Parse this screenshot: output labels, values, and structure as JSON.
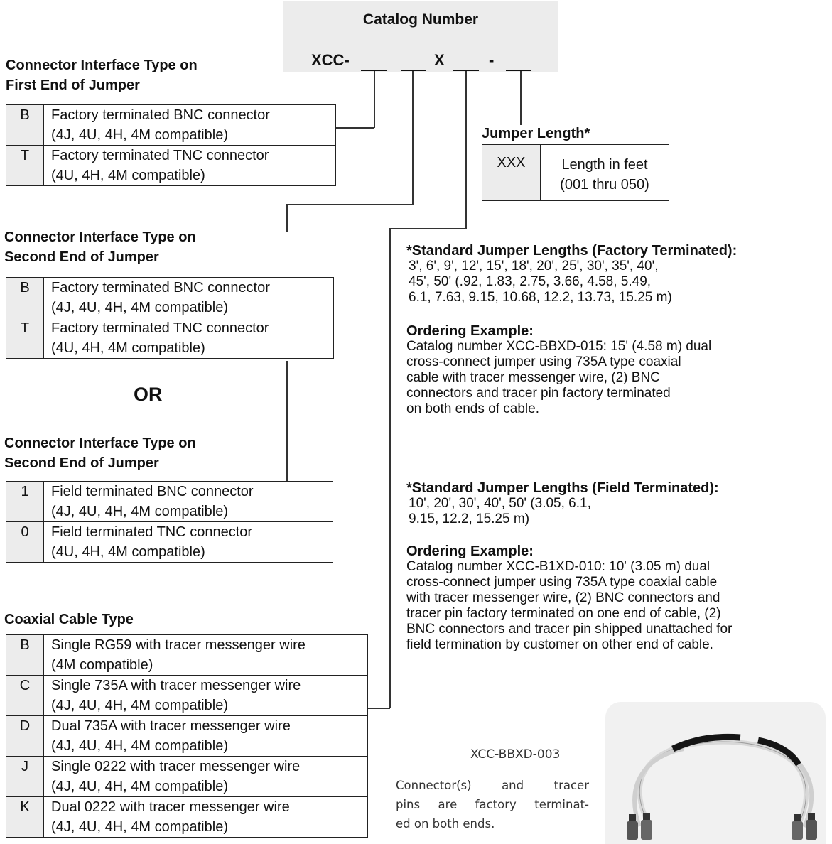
{
  "catalog": {
    "title": "Catalog Number",
    "prefix": "XCC-",
    "x_letter": "X",
    "dash": "-"
  },
  "first_end": {
    "heading_line1": "Connector Interface Type on",
    "heading_line2": "First End of Jumper",
    "rows": [
      {
        "code": "B",
        "line1": "Factory terminated BNC connector",
        "line2": "(4J, 4U, 4H, 4M compatible)"
      },
      {
        "code": "T",
        "line1": "Factory terminated TNC connector",
        "line2": "(4U, 4H, 4M compatible)"
      }
    ]
  },
  "second_end_factory": {
    "heading_line1": "Connector Interface Type on",
    "heading_line2": "Second End of Jumper",
    "rows": [
      {
        "code": "B",
        "line1": "Factory terminated BNC connector",
        "line2": "(4J, 4U, 4H, 4M compatible)"
      },
      {
        "code": "T",
        "line1": "Factory terminated TNC connector",
        "line2": "(4U, 4H, 4M compatible)"
      }
    ]
  },
  "or_label": "OR",
  "second_end_field": {
    "heading_line1": "Connector Interface Type on",
    "heading_line2": "Second End of Jumper",
    "rows": [
      {
        "code": "1",
        "line1": "Field terminated BNC connector",
        "line2": "(4J, 4U, 4H, 4M compatible)"
      },
      {
        "code": "0",
        "line1": "Field terminated TNC connector",
        "line2": "(4U, 4H, 4M compatible)"
      }
    ]
  },
  "cable_type": {
    "heading": "Coaxial Cable Type",
    "rows": [
      {
        "code": "B",
        "line1": "Single RG59 with tracer messenger wire",
        "line2": "(4M compatible)"
      },
      {
        "code": "C",
        "line1": "Single 735A with tracer messenger wire",
        "line2": "(4J, 4U, 4H, 4M compatible)"
      },
      {
        "code": "D",
        "line1": "Dual 735A with tracer messenger wire",
        "line2": "(4J, 4U, 4H, 4M compatible)"
      },
      {
        "code": "J",
        "line1": "Single 0222 with tracer messenger wire",
        "line2": "(4J, 4U, 4H, 4M compatible)"
      },
      {
        "code": "K",
        "line1": "Dual 0222 with tracer messenger wire",
        "line2": "(4J, 4U, 4H, 4M compatible)"
      }
    ]
  },
  "jumper_length": {
    "heading": "Jumper Length*",
    "code": "XXX",
    "line1": "Length in feet",
    "line2": "(001 thru 050)"
  },
  "std_factory": {
    "heading": "*Standard Jumper Lengths (Factory Terminated):",
    "line1": "3', 6', 9', 12', 15', 18', 20', 25', 30', 35', 40',",
    "line2": "45', 50' (.92, 1.83, 2.75, 3.66, 4.58, 5.49,",
    "line3": "6.1, 7.63, 9.15, 10.68, 12.2, 13.73, 15.25 m)"
  },
  "example_factory": {
    "heading": "Ordering Example:",
    "line1": "Catalog number XCC-BBXD-015: 15' (4.58 m) dual",
    "line2": "cross-connect  jumper using 735A type coaxial",
    "line3": "cable with tracer messenger wire,  (2) BNC",
    "line4": "connectors and tracer pin factory terminated",
    "line5": "on both ends of cable."
  },
  "std_field": {
    "heading": "*Standard Jumper Lengths (Field Terminated):",
    "line1": "10', 20', 30', 40', 50' (3.05, 6.1,",
    "line2": "9.15, 12.2, 15.25 m)"
  },
  "example_field": {
    "heading": "Ordering Example:",
    "line1": "Catalog number XCC-B1XD-010: 10' (3.05 m) dual",
    "line2": "cross-connect jumper using 735A type coaxial cable",
    "line3": "with tracer messenger wire, (2) BNC connectors and",
    "line4": "tracer pin factory terminated on one end of cable, (2)",
    "line5": "BNC connectors and tracer pin shipped unattached for",
    "line6": "field termination by customer on other end of cable."
  },
  "photo_caption": {
    "part_number": "XCC-BBXD-003",
    "line1": "Connector(s) and tracer",
    "line2": "pins are factory terminat-",
    "line3": "ed on both ends."
  }
}
